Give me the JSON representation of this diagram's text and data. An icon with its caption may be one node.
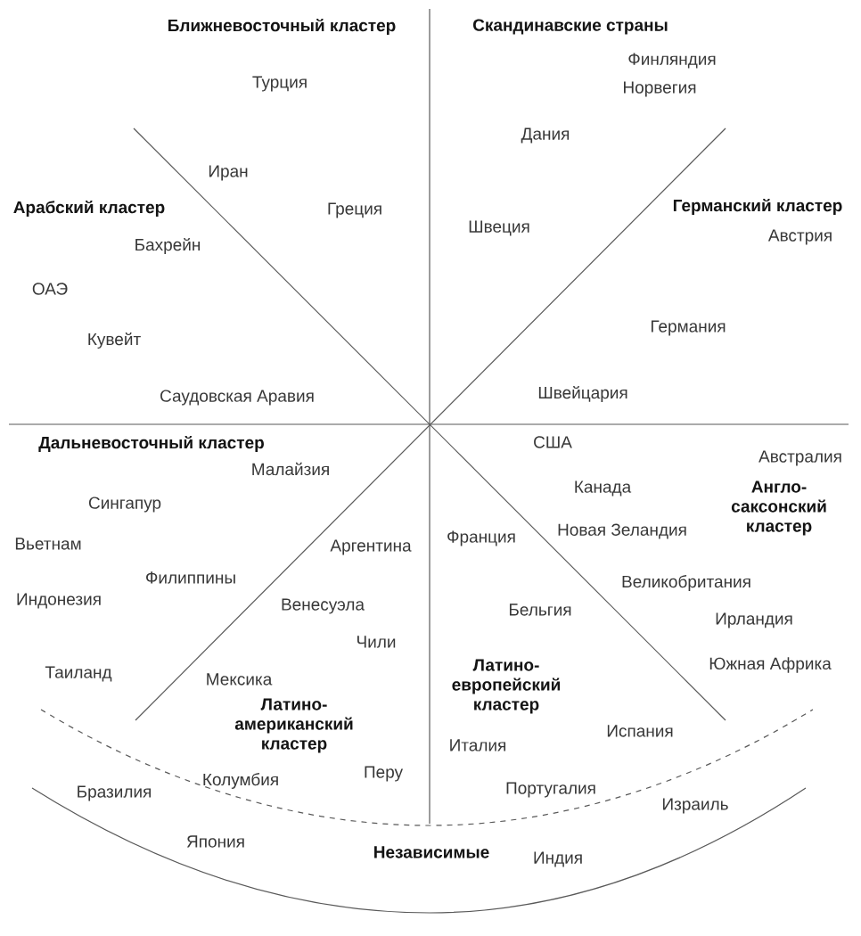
{
  "diagram": {
    "labels": [
      "Ближневосточный кластер",
      "Скандинавские страны",
      "Турция",
      "Финляндия",
      "Норвегия",
      "Дания",
      "Иран",
      "Арабский кластер",
      "Греция",
      "Германский кластер",
      "Швеция",
      "Австрия",
      "Бахрейн",
      "ОАЭ",
      "Кувейт",
      "Германия",
      "Саудовская Аравия",
      "Швейцария",
      "Дальневосточный кластер",
      "США",
      "Малайзия",
      "Австралия",
      "Сингапур",
      "Канада",
      "Вьетнам",
      "Аргентина",
      "Франция",
      "Новая Зеландия",
      "Англо-саксонский кластер",
      "Филиппины",
      "Индонезия",
      "Венесуэла",
      "Бельгия",
      "Великобритания",
      "Ирландия",
      "Чили",
      "Латино-европейский кластер",
      "Южная Африка",
      "Таиланд",
      "Мексика",
      "Латино-американский кластер",
      "Испания",
      "Италия",
      "Перу",
      "Колумбия",
      "Бразилия",
      "Португалия",
      "Израиль",
      "Япония",
      "Независимые",
      "Индия"
    ]
  }
}
